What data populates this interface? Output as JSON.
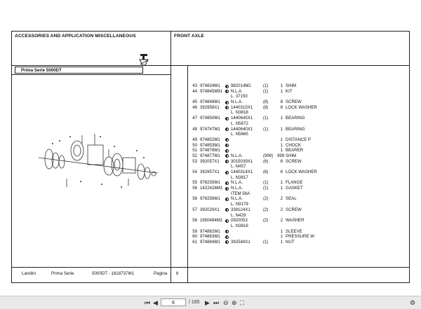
{
  "left_title": "ACCESSORIES AND APPLICATION MISCELLANEOUS",
  "right_title": "FRONT AXLE",
  "model": "Prima Serie 5000DT",
  "parts": [
    {
      "num": "43",
      "code": "974834M1",
      "ref": "982014M1",
      "qty": "(1)",
      "q": "1",
      "desc": "SHIM",
      "sub": ""
    },
    {
      "num": "44",
      "code": "974845M91",
      "ref": "N.L.A.",
      "qty": "(1)",
      "q": "1",
      "desc": "KIT",
      "sub": "L. 37150"
    },
    {
      "num": "45",
      "code": "974848M1",
      "ref": "N.L.A.",
      "qty": "(8)",
      "q": "8",
      "desc": "SCREW",
      "sub": ""
    },
    {
      "num": "46",
      "code": "392958X1",
      "ref": "1440315X1",
      "qty": "(8)",
      "q": "8",
      "desc": "LOCK WASHER",
      "sub": "L. N3818"
    },
    {
      "num": "47",
      "code": "974850M1",
      "ref": "1440645X1",
      "qty": "(1)",
      "q": "1",
      "desc": "BEARING",
      "sub": "L. N5672"
    },
    {
      "num": "48",
      "code": "974747M1",
      "ref": "1440640X1",
      "qty": "(1)",
      "q": "1",
      "desc": "BEARING",
      "sub": "L. N5665"
    },
    {
      "num": "49",
      "code": "974852M1",
      "ref": "",
      "qty": "",
      "q": "1",
      "desc": "DISTANCE P",
      "sub": ""
    },
    {
      "num": "50",
      "code": "974853M1",
      "ref": "",
      "qty": "",
      "q": "1",
      "desc": "CHOCK",
      "sub": ""
    },
    {
      "num": "51",
      "code": "974876M1",
      "ref": "",
      "qty": "",
      "q": "1",
      "desc": "BEARER",
      "sub": ""
    },
    {
      "num": "52",
      "code": "974877M1",
      "ref": "N.L.A.",
      "qty": "(999)",
      "q": "999",
      "desc": "SHIM",
      "sub": ""
    },
    {
      "num": "53",
      "code": "392057X1",
      "ref": "3015039X1",
      "qty": "(6)",
      "q": "6",
      "desc": "SCREW",
      "sub": "L. N457"
    },
    {
      "num": "54",
      "code": "392957X1",
      "ref": "1440314X1",
      "qty": "(6)",
      "q": "6",
      "desc": "LOCK WASHER",
      "sub": "L. N3817"
    },
    {
      "num": "55",
      "code": "978255M1",
      "ref": "N.L.A.",
      "qty": "(1)",
      "q": "1",
      "desc": "FLANGE",
      "sub": ""
    },
    {
      "num": "56",
      "code": "1422428M1",
      "ref": "N.L.A.",
      "qty": "(1)",
      "q": "1",
      "desc": "GASKET",
      "sub": "ITEM 56A"
    },
    {
      "num": "56",
      "code": "978256M1",
      "ref": "N.L.A.",
      "qty": "(2)",
      "q": "2",
      "desc": "SEAL",
      "sub": "L. N9179"
    },
    {
      "num": "57",
      "code": "392029X1",
      "ref": "339124X1",
      "qty": "(2)",
      "q": "2",
      "desc": "SCREW",
      "sub": "L. N429"
    },
    {
      "num": "58",
      "code": "1650484M1",
      "ref": "0920053",
      "qty": "(2)",
      "q": "2",
      "desc": "WASHER",
      "sub": "L. N3816"
    },
    {
      "num": "59",
      "code": "974882M1",
      "ref": "",
      "qty": "",
      "q": "1",
      "desc": "SLEEVE",
      "sub": ""
    },
    {
      "num": "60",
      "code": "974883M1",
      "ref": "",
      "qty": "",
      "q": "1",
      "desc": "PRESSURE W",
      "sub": ""
    },
    {
      "num": "61",
      "code": "974884M1",
      "ref": "392549X1",
      "qty": "(1)",
      "q": "1",
      "desc": "NUT",
      "sub": ""
    }
  ],
  "footer": {
    "brand": "Landini",
    "series": "Prima Serie",
    "code": "5000DT - 1818737M1",
    "page_label": "Pagina",
    "page_no": "6"
  },
  "viewer": {
    "current_page": "6",
    "total_pages": "/ 165"
  }
}
